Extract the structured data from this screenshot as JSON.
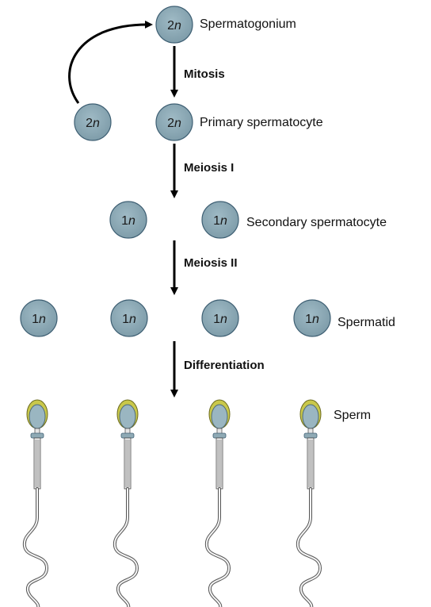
{
  "stages": {
    "spermatogonium": {
      "label": "Spermatogonium",
      "ploidy_num": "2",
      "ploidy_var": "n"
    },
    "stem_cell": {
      "ploidy_num": "2",
      "ploidy_var": "n"
    },
    "primary": {
      "label": "Primary spermatocyte",
      "ploidy_num": "2",
      "ploidy_var": "n"
    },
    "secondary": {
      "label": "Secondary spermatocyte",
      "ploidy_num": "1",
      "ploidy_var": "n",
      "count": 2
    },
    "spermatid": {
      "label": "Spermatid",
      "ploidy_num": "1",
      "ploidy_var": "n",
      "count": 4
    },
    "sperm": {
      "label": "Sperm",
      "count": 4
    }
  },
  "steps": {
    "mitosis": "Mitosis",
    "meiosis1": "Meiosis I",
    "meiosis2": "Meiosis II",
    "differentiation": "Differentiation"
  },
  "colors": {
    "cell_fill": "#8aa7b3",
    "cell_stroke": "#3e5f73",
    "sperm_head": "#9ab6c1",
    "acrosome": "#c9c84a",
    "arrow": "#000000"
  },
  "icons": {
    "cell": "cell-circle-icon",
    "sperm": "sperm-cell-icon",
    "arrow": "arrow-down-icon"
  }
}
